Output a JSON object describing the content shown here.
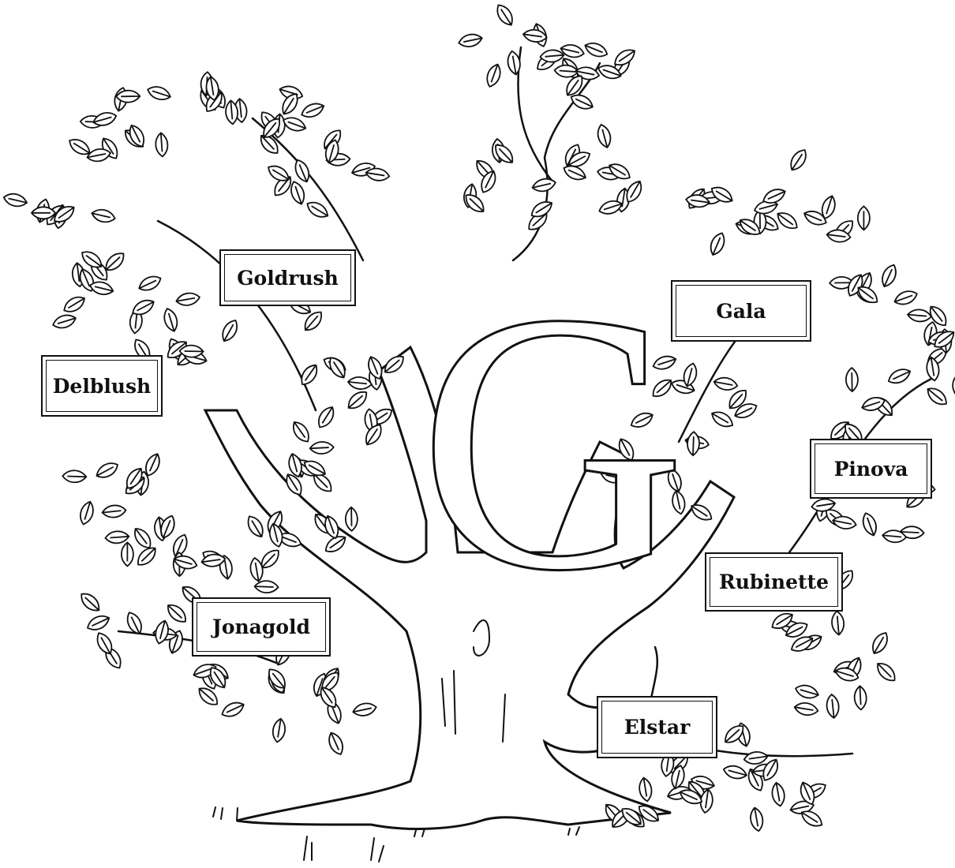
{
  "illustration": {
    "monogram": "G",
    "varieties": [
      {
        "label": "Goldrush"
      },
      {
        "label": "Delblush"
      },
      {
        "label": "Gala"
      },
      {
        "label": "Pinova"
      },
      {
        "label": "Rubinette"
      },
      {
        "label": "Jonagold"
      },
      {
        "label": "Elstar"
      }
    ]
  },
  "colors": {
    "ink": "#111111",
    "paper": "#ffffff"
  }
}
